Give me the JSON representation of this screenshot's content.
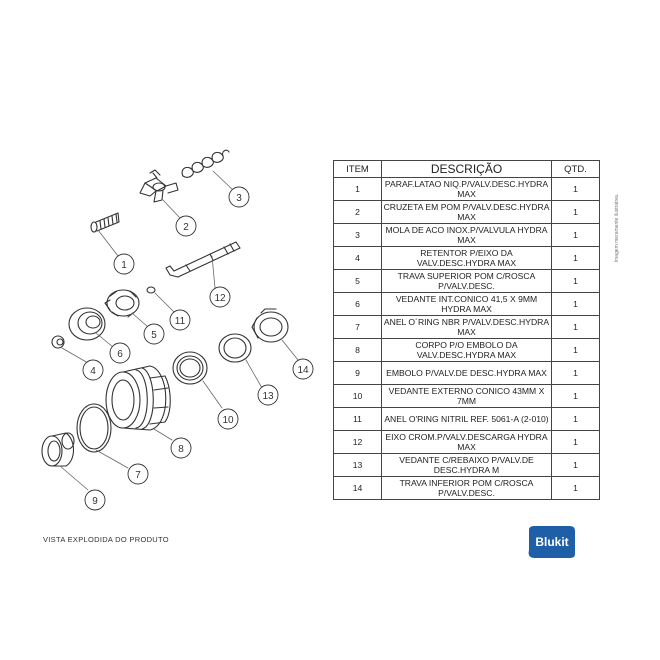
{
  "table": {
    "headers": {
      "item": "ITEM",
      "desc": "DESCRIÇÃO",
      "qtd": "QTD."
    },
    "rows": [
      {
        "item": "1",
        "desc": "PARAF.LATAO NIQ.P/VALV.DESC.HYDRA MAX",
        "qtd": "1"
      },
      {
        "item": "2",
        "desc": "CRUZETA EM POM P/VALV.DESC.HYDRA MAX",
        "qtd": "1"
      },
      {
        "item": "3",
        "desc": "MOLA DE ACO INOX.P/VALVULA HYDRA MAX",
        "qtd": "1"
      },
      {
        "item": "4",
        "desc": "RETENTOR P/EIXO DA VALV.DESC.HYDRA MAX",
        "qtd": "1"
      },
      {
        "item": "5",
        "desc": "TRAVA SUPERIOR POM C/ROSCA P/VALV.DESC.",
        "qtd": "1"
      },
      {
        "item": "6",
        "desc": "VEDANTE INT.CONICO 41,5 X 9MM HYDRA MAX",
        "qtd": "1"
      },
      {
        "item": "7",
        "desc": "ANEL O´RING NBR P/VALV.DESC.HYDRA MAX",
        "qtd": "1"
      },
      {
        "item": "8",
        "desc": "CORPO P/O EMBOLO DA VALV.DESC.HYDRA MAX",
        "qtd": "1"
      },
      {
        "item": "9",
        "desc": "EMBOLO P/VALV.DE DESC.HYDRA MAX",
        "qtd": "1"
      },
      {
        "item": "10",
        "desc": "VEDANTE EXTERNO CONICO 43MM X 7MM",
        "qtd": "1"
      },
      {
        "item": "11",
        "desc": "ANEL O'RING NITRIL REF. 5061-A (2-010)",
        "qtd": "1"
      },
      {
        "item": "12",
        "desc": "EIXO CROM.P/VALV.DESCARGA HYDRA MAX",
        "qtd": "1"
      },
      {
        "item": "13",
        "desc": "VEDANTE C/REBAIXO P/VALV.DE DESC.HYDRA M",
        "qtd": "1"
      },
      {
        "item": "14",
        "desc": "TRAVA INFERIOR POM C/ROSCA P/VALV.DESC.",
        "qtd": "1"
      }
    ]
  },
  "callouts": [
    "1",
    "2",
    "3",
    "4",
    "5",
    "6",
    "7",
    "8",
    "9",
    "10",
    "11",
    "12",
    "13",
    "14"
  ],
  "caption": "VISTA EXPLODIDA DO PRODUTO",
  "side_note": "Imagem meramente ilustrativa.",
  "logo": {
    "text": "Blukit",
    "color": "#1f5fa8"
  }
}
